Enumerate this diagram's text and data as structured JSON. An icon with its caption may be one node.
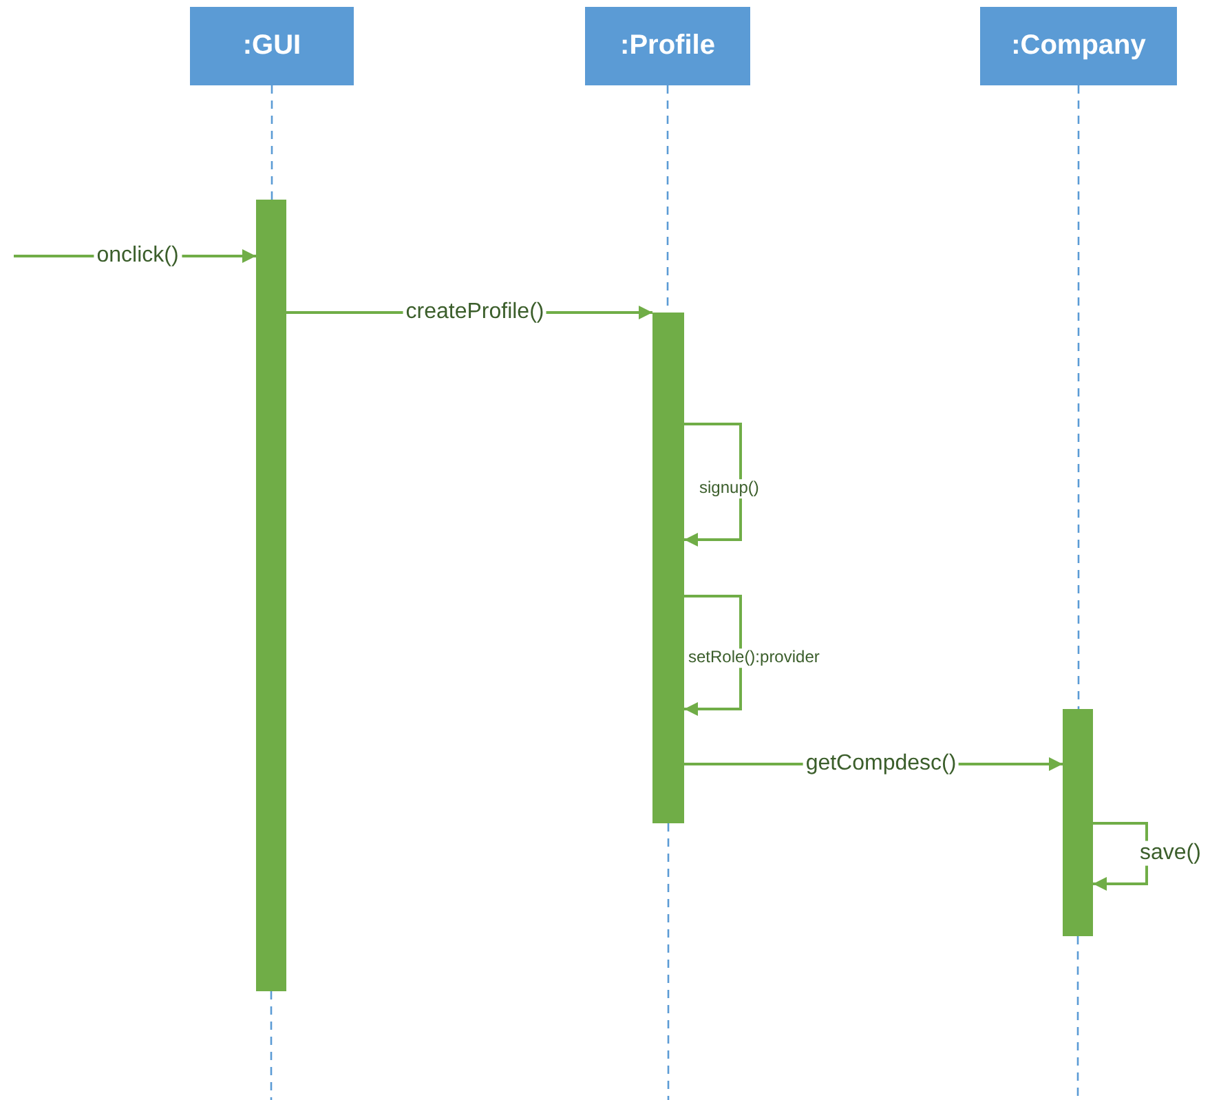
{
  "diagram": {
    "nodes": [
      {
        "text": [
          ":GUI"
        ]
      },
      {
        "text": [
          ":Profile"
        ]
      },
      {
        "text": [
          ":Company"
        ]
      },
      {
        "text": [],
        "shape": "bar"
      },
      {
        "text": [],
        "shape": "bar"
      },
      {
        "text": [],
        "shape": "bar"
      }
    ],
    "edges": [
      {
        "from": 0,
        "to": 3,
        "arrow": "none",
        "style": "dashed",
        "color": "#5b9bd5"
      },
      {
        "from": 1,
        "to": 4,
        "arrow": "none",
        "style": "dashed",
        "color": "#5b9bd5"
      },
      {
        "from": 2,
        "to": 5,
        "arrow": "none",
        "style": "dashed",
        "color": "#5b9bd5"
      },
      {
        "from": null,
        "to": 3,
        "arrow": "to",
        "label": "onclick()"
      },
      {
        "from": 3,
        "to": 4,
        "arrow": "to",
        "label": "createProfile()"
      },
      {
        "from": 4,
        "to": 4,
        "arrow": "to",
        "label": "signup()"
      },
      {
        "from": 4,
        "to": 4,
        "arrow": "to",
        "label": "setRole():provider"
      },
      {
        "from": 4,
        "to": 5,
        "arrow": "to",
        "label": "getCompdesc()"
      },
      {
        "from": 5,
        "to": 5,
        "arrow": "to",
        "label": "save()"
      }
    ]
  }
}
